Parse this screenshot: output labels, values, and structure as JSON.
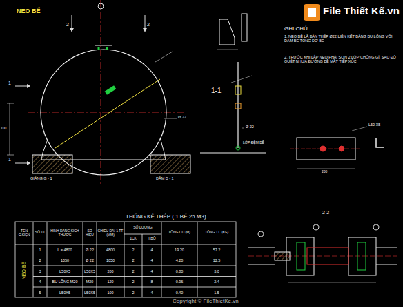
{
  "diagram": {
    "title": "NEO BỂ",
    "labels": [
      "1",
      "1",
      "2",
      "2",
      "Ø 22",
      "Ø 22",
      "GIẰNG G - 1",
      "DẦM D - 1",
      "1-1",
      "LỚP ĐỆM BỂ",
      "100",
      "GHI CHÚ",
      "1. NEO BỂ LÀ BẢN THÉP Ø22 LIÊN KẾT BẰNG BU LÔNG VỚI DẦM BÊ TÔNG ĐỠ BỂ",
      "2. TRƯỚC KHI LẮP NEO PHẢI SƠN 2 LỚP CHỐNG GỈ, SAU ĐÓ QUÉT NHỰA ĐƯỜNG BỀ MẶT TIẾP XÚC",
      "L50 X5",
      "2-2",
      "200",
      "File Thiết Kế.vn",
      "Copyright © FileThietKe.vn",
      "THỐNG KÊ THÉP ( 1 BỂ 25 M3)",
      "TÊN C.KIỆN",
      "SỐ TT",
      "HÌNH DÁNG KÍCH THƯỚC",
      "SỐ HIỆU",
      "CHIỀU DÀI 1 TT (MM)",
      "SỐ LƯỢNG",
      "1CK",
      "T.BỘ",
      "TỔNG CD (M)",
      "TỔNG T.L (KG)",
      "1",
      "L = 4800",
      "Ø 22",
      "4800",
      "2",
      "4",
      "19.20",
      "57.2",
      "2",
      "1050",
      "Ø 22",
      "1050",
      "2",
      "4",
      "4.20",
      "12.5",
      "3",
      "L50X5",
      "L50X5",
      "200",
      "2",
      "4",
      "0.80",
      "3.0",
      "4",
      "BU LÔNG M20",
      "M20",
      "120",
      "2",
      "8",
      "0.96",
      "2.4",
      "5",
      "L50X5",
      "L50X5",
      "100",
      "2",
      "4",
      "0.40",
      "1.5",
      "NEO BỂ"
    ]
  }
}
